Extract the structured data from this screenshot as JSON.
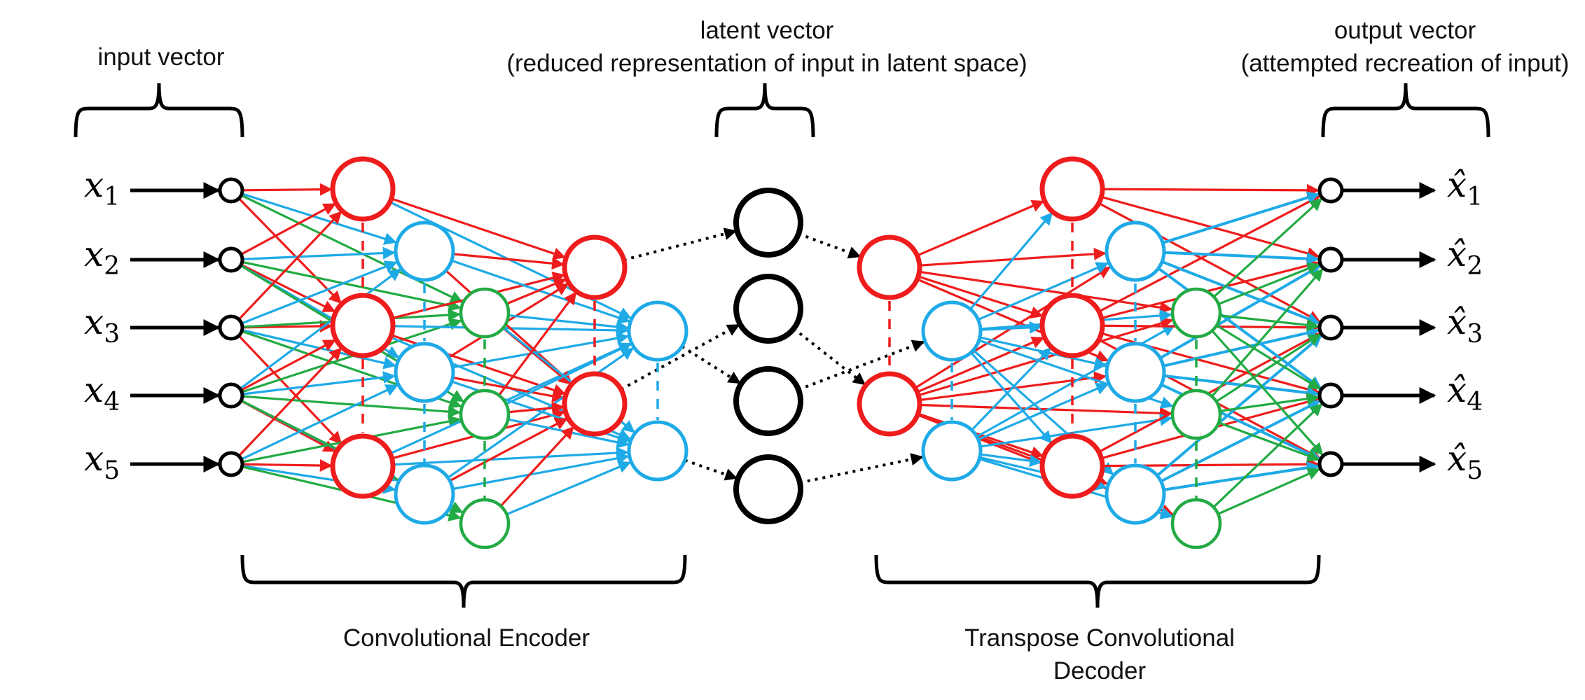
{
  "labels": {
    "input": "input vector",
    "latent_line1": "latent vector",
    "latent_line2": "(reduced representation of input in latent space)",
    "output_line1": "output vector",
    "output_line2": "(attempted recreation of input)",
    "encoder": "Convolutional Encoder",
    "decoder_line1": "Transpose Convolutional",
    "decoder_line2": "Decoder"
  },
  "inputs": [
    {
      "sym": "x",
      "sub": "1"
    },
    {
      "sym": "x",
      "sub": "2"
    },
    {
      "sym": "x",
      "sub": "3"
    },
    {
      "sym": "x",
      "sub": "4"
    },
    {
      "sym": "x",
      "sub": "5"
    }
  ],
  "outputs": [
    {
      "sym": "x̂",
      "sub": "1"
    },
    {
      "sym": "x̂",
      "sub": "2"
    },
    {
      "sym": "x̂",
      "sub": "3"
    },
    {
      "sym": "x̂",
      "sub": "4"
    },
    {
      "sym": "x̂",
      "sub": "5"
    }
  ],
  "colors": {
    "red": "#ee1c1c",
    "blue": "#1eaae6",
    "green": "#22aa44",
    "black": "#000000"
  }
}
